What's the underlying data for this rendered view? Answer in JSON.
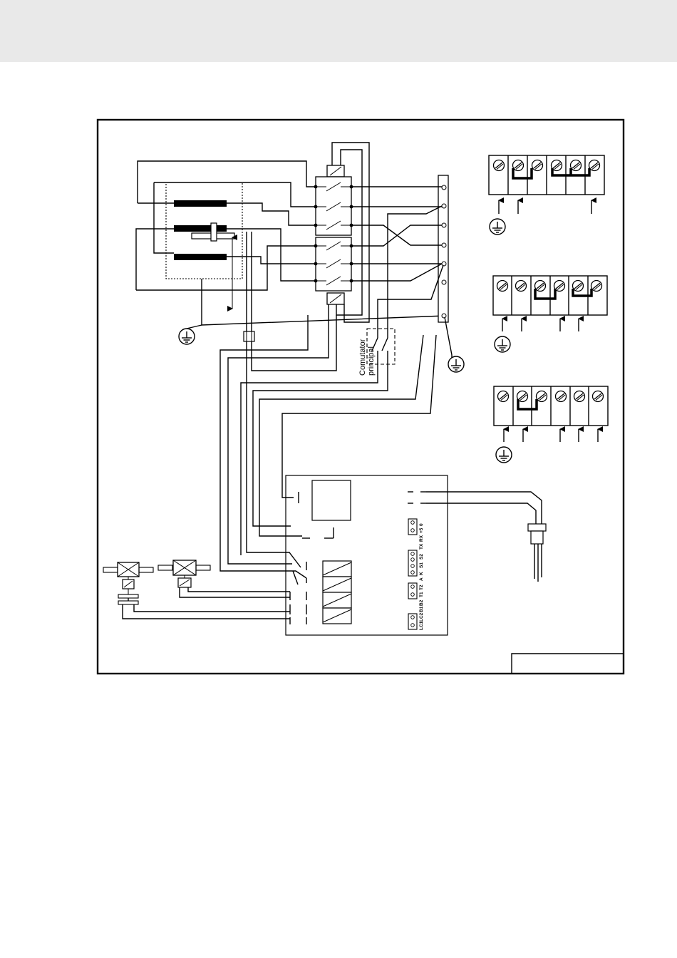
{
  "diagram": {
    "main_switch_label_line1": "Comutator",
    "main_switch_label_line2": "principal",
    "terminal_labels": [
      "LC1",
      "LC2",
      "B1",
      "B2",
      "T1",
      "T2",
      "A",
      "K",
      "S1",
      "S2",
      "TX",
      "RX",
      "+5",
      "0"
    ]
  },
  "colors": {
    "line": "#000000",
    "header_band": "#e9e9e9",
    "background": "#ffffff"
  }
}
